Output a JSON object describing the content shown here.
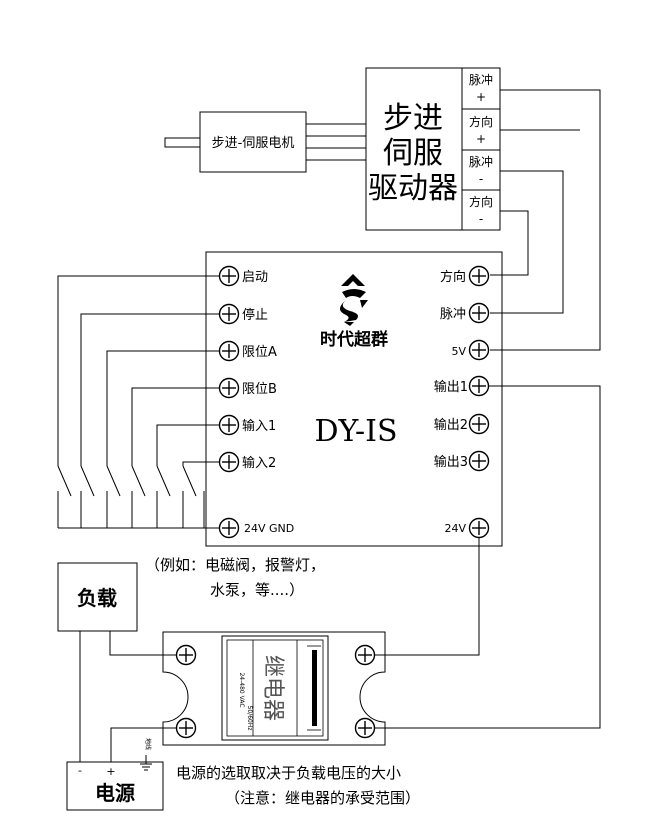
{
  "driver": {
    "title_lines": [
      "步进",
      "伺服",
      "驱动器"
    ],
    "cells": [
      {
        "line1": "脉冲",
        "line2": "+"
      },
      {
        "line1": "方向",
        "line2": "+"
      },
      {
        "line1": "脉冲",
        "line2": "-"
      },
      {
        "line1": "方向",
        "line2": "-"
      }
    ]
  },
  "motor": {
    "label": "步进-伺服电机"
  },
  "controller": {
    "brand": "时代超群",
    "model": "DY-IS",
    "left_terminals": [
      "启动",
      "停止",
      "限位A",
      "限位B",
      "输入1",
      "输入2"
    ],
    "right_terminals": [
      "方向",
      "脉冲",
      "5V",
      "输出1",
      "输出2",
      "输出3"
    ],
    "bottom_left": "24V GND",
    "bottom_right": "24V"
  },
  "load": {
    "label": "负载",
    "example_line1": "（例如：电磁阀，报警灯，",
    "example_line2": "水泵，等....）"
  },
  "relay": {
    "label": "继电器",
    "spec": "24-480 VAC",
    "spec2": "50/60Hz"
  },
  "power": {
    "label": "电源",
    "minus": "-",
    "plus": "+",
    "ground": "地线",
    "note_line1": "电源的选取取决于负载电压的大小",
    "note_line2": "（注意：继电器的承受范围）"
  },
  "colors": {
    "line": "#000000",
    "background": "#ffffff"
  }
}
